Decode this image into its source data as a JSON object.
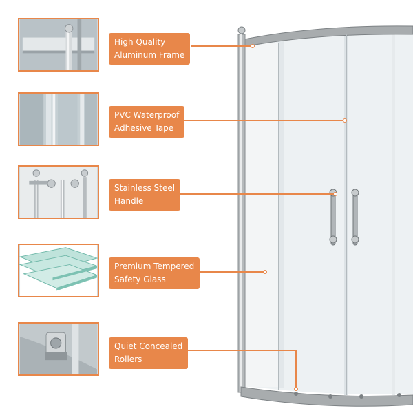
{
  "features": [
    {
      "id": "frame",
      "line1": "High Quality",
      "line2": "Aluminum Frame",
      "icon": "aluminum-frame-photo"
    },
    {
      "id": "tape",
      "line1": "PVC Waterproof",
      "line2": "Adhesive Tape",
      "icon": "adhesive-tape-photo"
    },
    {
      "id": "handle",
      "line1": "Stainless Steel",
      "line2": "Handle",
      "icon": "steel-handle-photo"
    },
    {
      "id": "glass",
      "line1": "Premium Tempered",
      "line2": "Safety Glass",
      "icon": "tempered-glass-photo"
    },
    {
      "id": "rollers",
      "line1": "Quiet Concealed",
      "line2": "Rollers",
      "icon": "roller-photo"
    }
  ],
  "colors": {
    "accent": "#e8874a",
    "frame": "#a7aaac",
    "glass": "#edf1f3"
  }
}
